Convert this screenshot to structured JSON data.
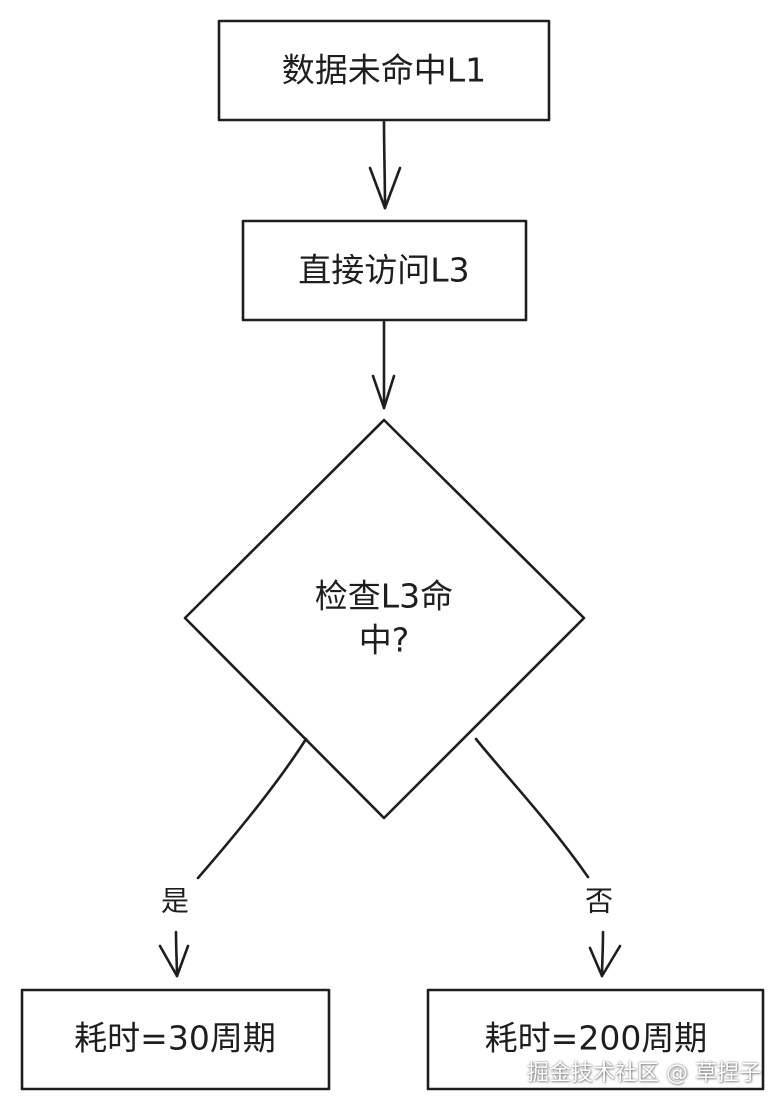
{
  "nodes": {
    "miss_l1": {
      "label": "数据未命中L1"
    },
    "access_l3": {
      "label": "直接访问L3"
    },
    "check_l3": {
      "label_line1": "检查L3命",
      "label_line2": "中?"
    },
    "hit_result": {
      "label": "耗时=30周期"
    },
    "miss_result": {
      "label": "耗时=200周期"
    }
  },
  "edges": {
    "yes_label": "是",
    "no_label": "否"
  },
  "watermark": "掘金技术社区 @ 草捏子",
  "colors": {
    "stroke": "#1e1e1e",
    "background": "#ffffff"
  }
}
